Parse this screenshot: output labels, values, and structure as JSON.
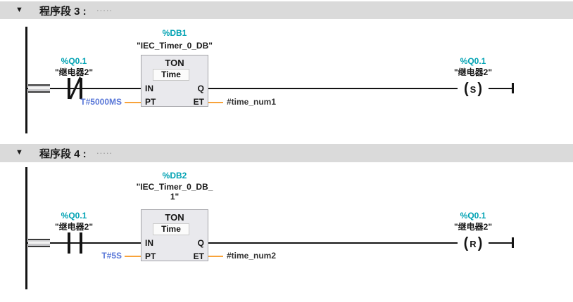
{
  "symbols": {
    "collapse": "▼",
    "paren_open": "(",
    "paren_close": ")"
  },
  "colors": {
    "operand_teal": "#00a2b3",
    "constant_blue": "#5a78d8",
    "connection_orange": "#f8a33a",
    "header_bg": "#dadada",
    "block_fill": "#e9e9ed"
  },
  "networks": [
    {
      "title": "程序段 3 :",
      "comment": ".....",
      "db_address": "%DB1",
      "db_name": "\"IEC_Timer_0_DB\"",
      "block": {
        "type": "TON",
        "data_type": "Time",
        "pin_in": "IN",
        "pin_pt": "PT",
        "pin_q": "Q",
        "pin_et": "ET"
      },
      "contact": {
        "address": "%Q0.1",
        "name": "\"继电器2\"",
        "kind": "normally-closed"
      },
      "pt_constant": "T#5000MS",
      "et_output": "#time_num1",
      "coil": {
        "address": "%Q0.1",
        "name": "\"继电器2\"",
        "symbol": "S",
        "kind": "set"
      }
    },
    {
      "title": "程序段 4 :",
      "comment": ".....",
      "db_address": "%DB2",
      "db_name_line1": "\"IEC_Timer_0_DB_",
      "db_name_line2": "1\"",
      "block": {
        "type": "TON",
        "data_type": "Time",
        "pin_in": "IN",
        "pin_pt": "PT",
        "pin_q": "Q",
        "pin_et": "ET"
      },
      "contact": {
        "address": "%Q0.1",
        "name": "\"继电器2\"",
        "kind": "normally-open"
      },
      "pt_constant": "T#5S",
      "et_output": "#time_num2",
      "coil": {
        "address": "%Q0.1",
        "name": "\"继电器2\"",
        "symbol": "R",
        "kind": "reset"
      }
    }
  ]
}
